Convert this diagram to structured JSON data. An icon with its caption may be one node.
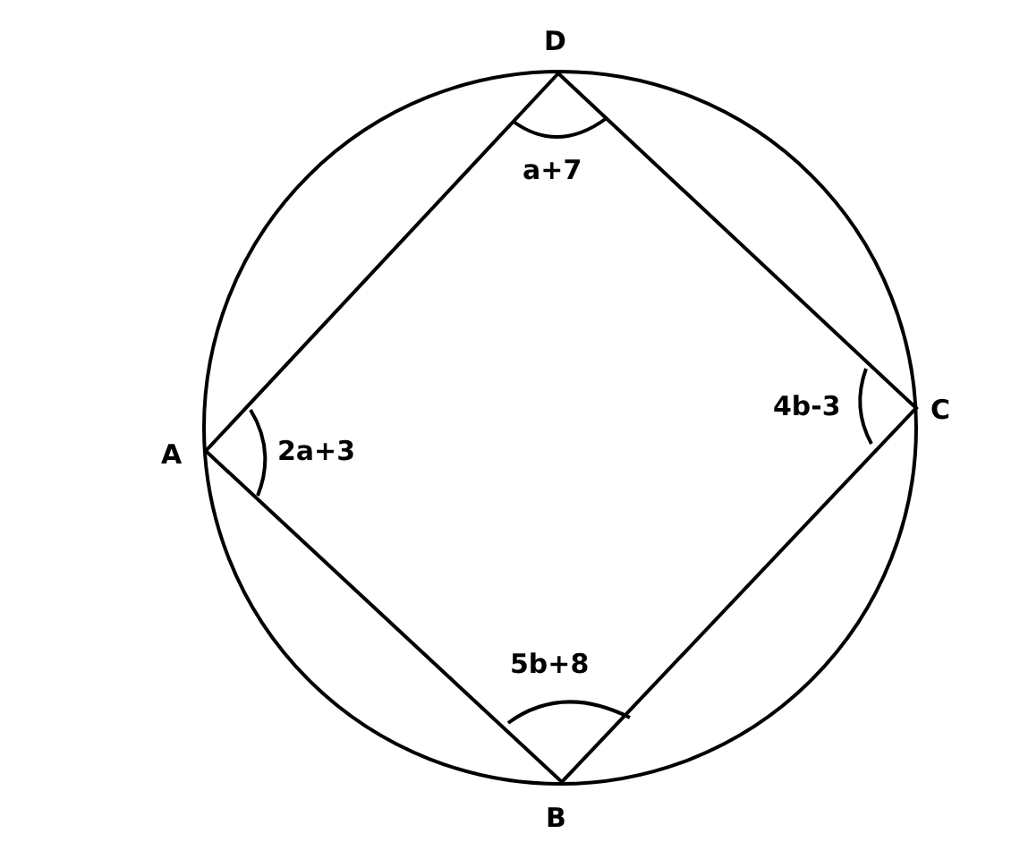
{
  "diagram": {
    "labels": [
      "D",
      "a+7",
      "4b-3",
      "C",
      "A",
      "2a+3",
      "5b+8",
      "B"
    ]
  }
}
